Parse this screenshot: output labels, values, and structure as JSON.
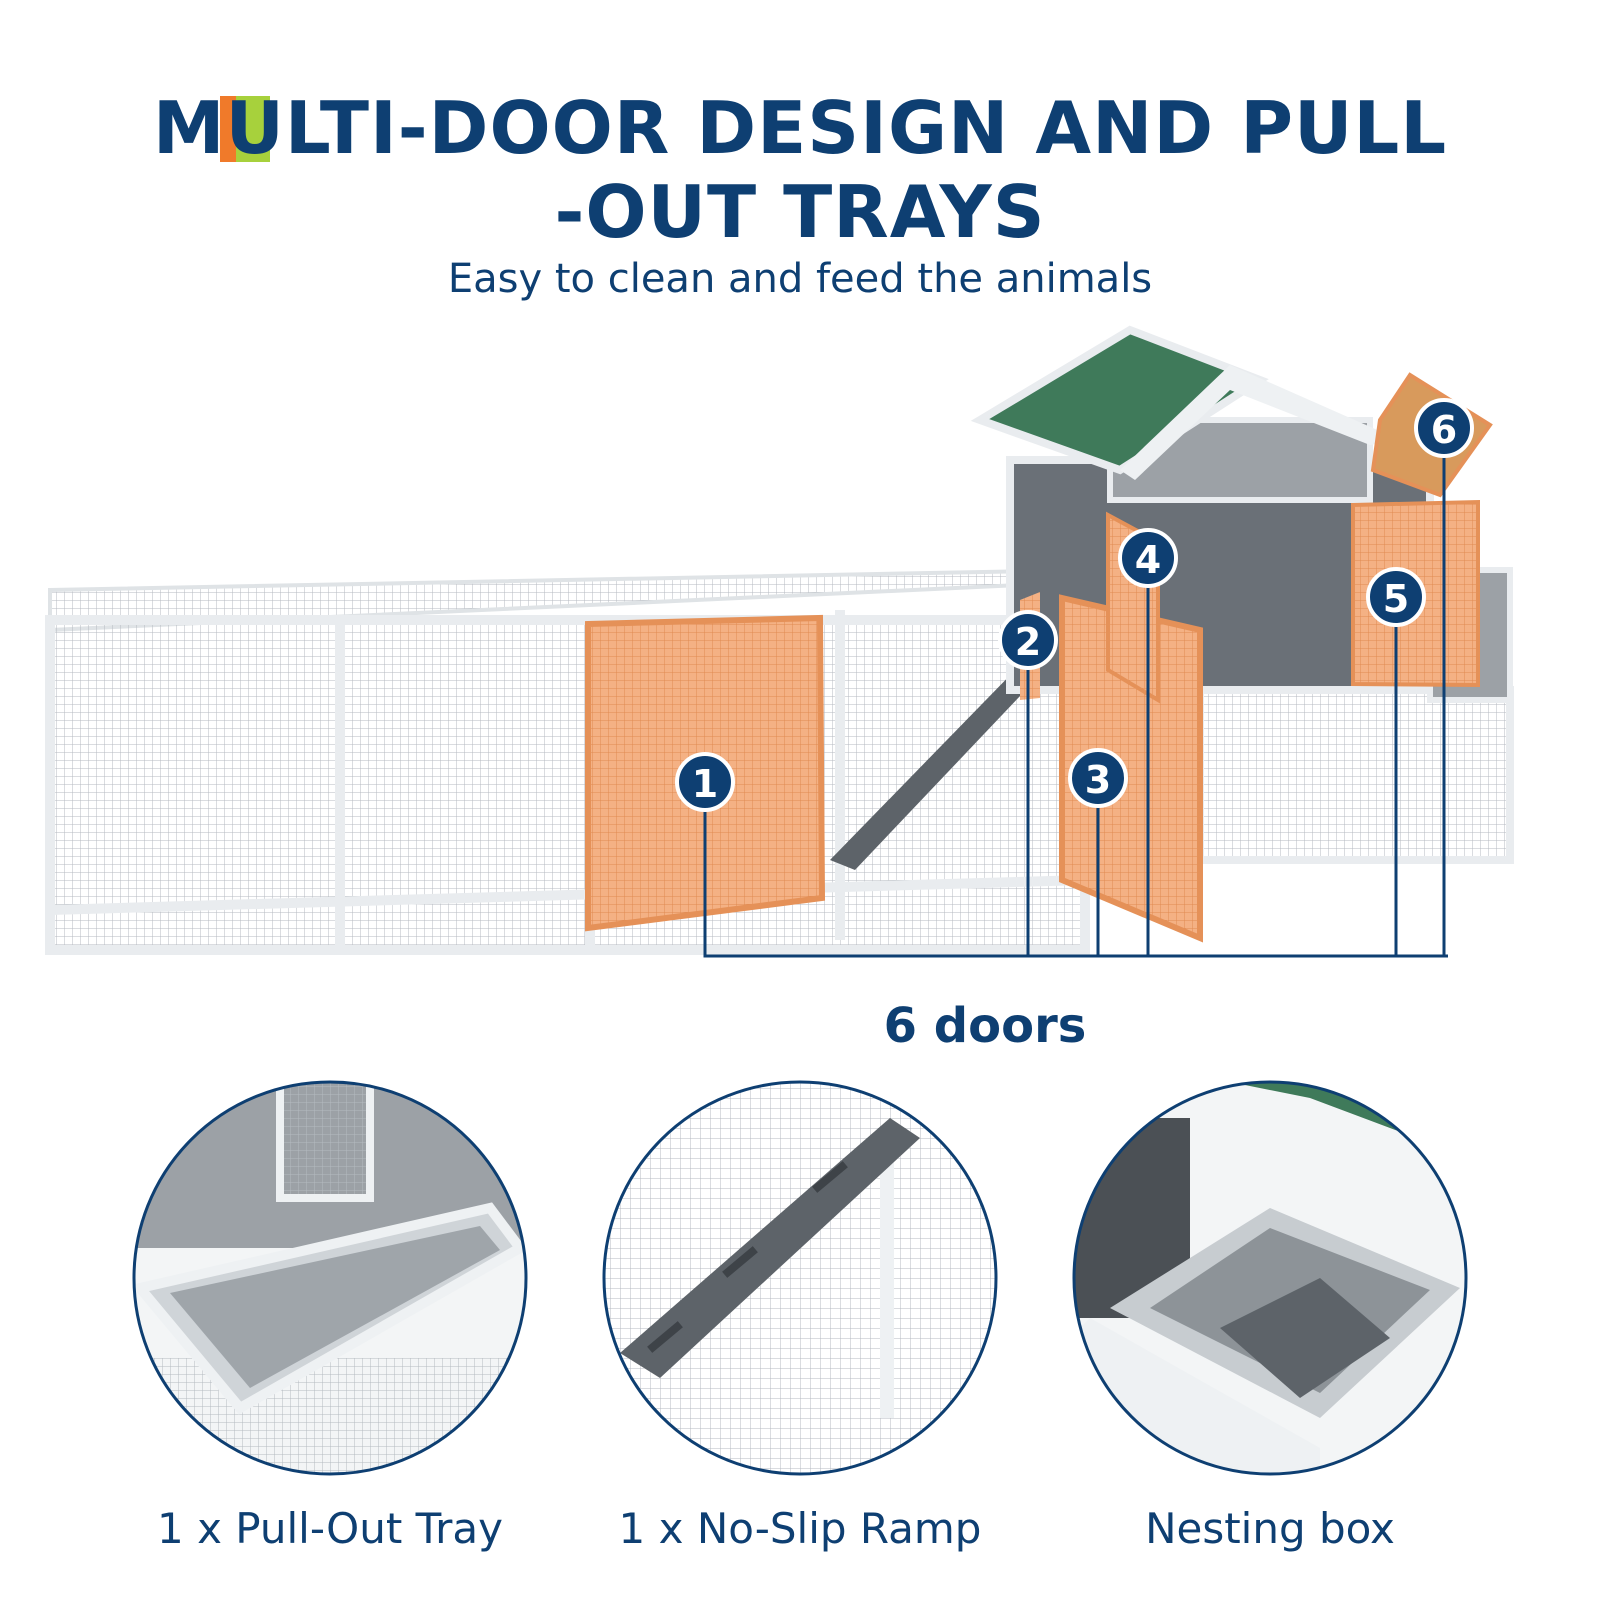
{
  "header": {
    "title_line1": "MULTI-DOOR DESIGN AND PULL",
    "title_line2": "-OUT TRAYS",
    "subtitle": "Easy to clean and feed the animals",
    "accent_colors": [
      "#f07a2a",
      "#a7d13c"
    ]
  },
  "doors": {
    "label": "6 doors",
    "badges": [
      "1",
      "2",
      "3",
      "4",
      "5",
      "6"
    ]
  },
  "features": [
    {
      "caption": "1 x Pull-Out Tray",
      "icon": "pull-out-tray"
    },
    {
      "caption": "1 x No-Slip Ramp",
      "icon": "no-slip-ramp"
    },
    {
      "caption": "Nesting box",
      "icon": "nesting-box"
    }
  ],
  "colors": {
    "title": "#0e3f72",
    "door_highlight": "#f2a36c",
    "roof": "#3f7a5a",
    "wood_gray": "#8a8f94",
    "frame": "#eef1f3"
  }
}
